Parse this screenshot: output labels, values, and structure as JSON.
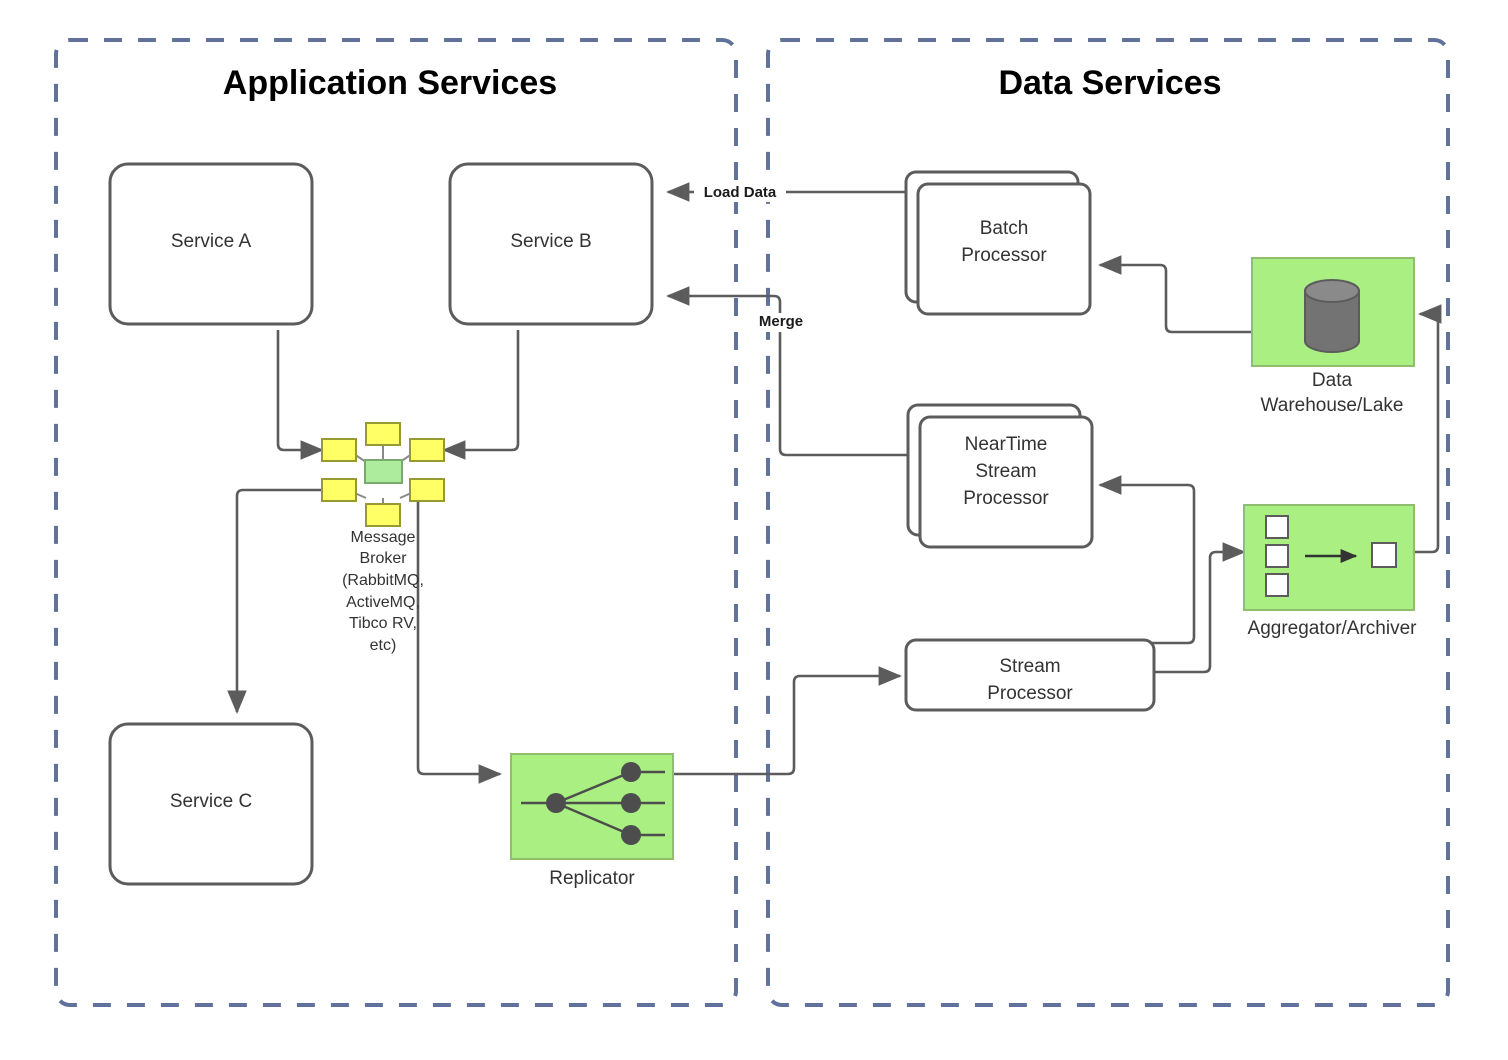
{
  "groups": [
    {
      "id": "app",
      "title": "Application Services"
    },
    {
      "id": "data",
      "title": "Data Services"
    }
  ],
  "nodes": {
    "service_a": {
      "label": "Service A",
      "type": "rounded-box"
    },
    "service_b": {
      "label": "Service B",
      "type": "rounded-box"
    },
    "service_c": {
      "label": "Service C",
      "type": "rounded-box"
    },
    "message_broker": {
      "label_lines": [
        "Message",
        "Broker",
        "(RabbitMQ,",
        "ActiveMQ,",
        "Tibco RV,",
        "etc)"
      ],
      "type": "broker-hub"
    },
    "replicator": {
      "label": "Replicator",
      "type": "green-replicator"
    },
    "batch_processor": {
      "label_lines": [
        "Batch",
        "Processor"
      ],
      "type": "stacked-box"
    },
    "neartime_stream_processor": {
      "label_lines": [
        "NearTime",
        "Stream",
        "Processor"
      ],
      "type": "stacked-box"
    },
    "stream_processor": {
      "label_lines": [
        "Stream",
        "Processor"
      ],
      "type": "rounded-box-wide"
    },
    "data_warehouse": {
      "label_lines": [
        "Data",
        "Warehouse/Lake"
      ],
      "type": "green-database"
    },
    "aggregator_archiver": {
      "label": "Aggregator/Archiver",
      "type": "green-aggregator"
    }
  },
  "edge_labels": {
    "load_data": "Load Data",
    "merge": "Merge"
  },
  "colors": {
    "group_border": "#60729b",
    "box_stroke": "#5c5c5c",
    "edge_stroke": "#5c5c5c",
    "green_fill": "#a9ef82",
    "yellow_node": "#ffff66",
    "broker_center": "#adeb9d",
    "cylinder": "#737373",
    "title_text": "#000000",
    "label_text": "#333333"
  }
}
